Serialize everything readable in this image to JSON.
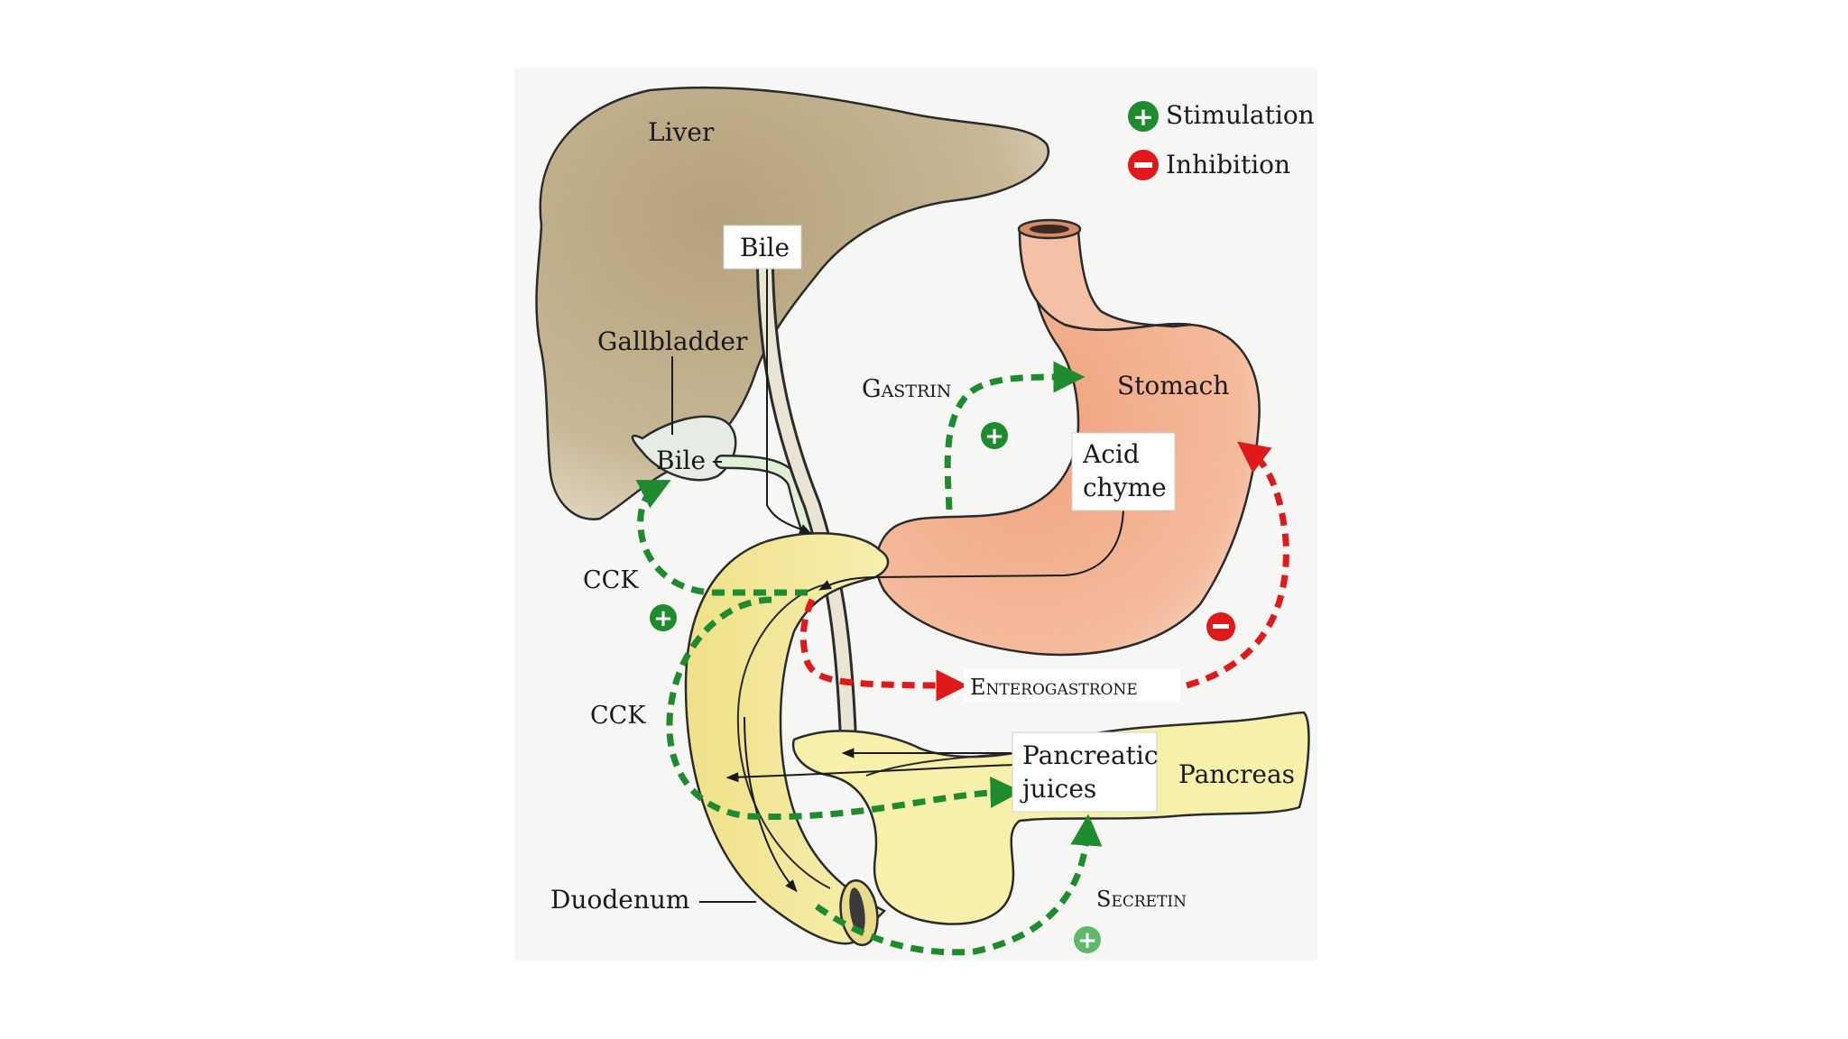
{
  "legend": {
    "stimulation": {
      "label": "Stimulation",
      "symbol": "+",
      "color": "#1e8b2e"
    },
    "inhibition": {
      "label": "Inhibition",
      "symbol": "−",
      "color": "#e0191b"
    }
  },
  "organs": {
    "liver": "Liver",
    "gallbladder": "Gallbladder",
    "stomach": "Stomach",
    "duodenum": "Duodenum",
    "pancreas": "Pancreas"
  },
  "substances": {
    "bile_duct": "Bile",
    "bile_gallbladder": "Bile",
    "acid_chyme_line1": "Acid",
    "acid_chyme_line2": "chyme",
    "pancreatic_juices_line1": "Pancreatic",
    "pancreatic_juices_line2": "juices"
  },
  "hormones": {
    "gastrin": "Gastrin",
    "cck_upper": "CCK",
    "cck_lower": "CCK",
    "enterogastrone": "Enterogastrone",
    "secretin": "Secretin"
  },
  "colors": {
    "liver": "#b8a784",
    "stomach": "#f1ad8c",
    "duodenum": "#f3ea9a",
    "pancreas": "#f5f0a8",
    "stimulation_arrow": "#1e8b2e",
    "inhibition_arrow": "#e0191b"
  }
}
